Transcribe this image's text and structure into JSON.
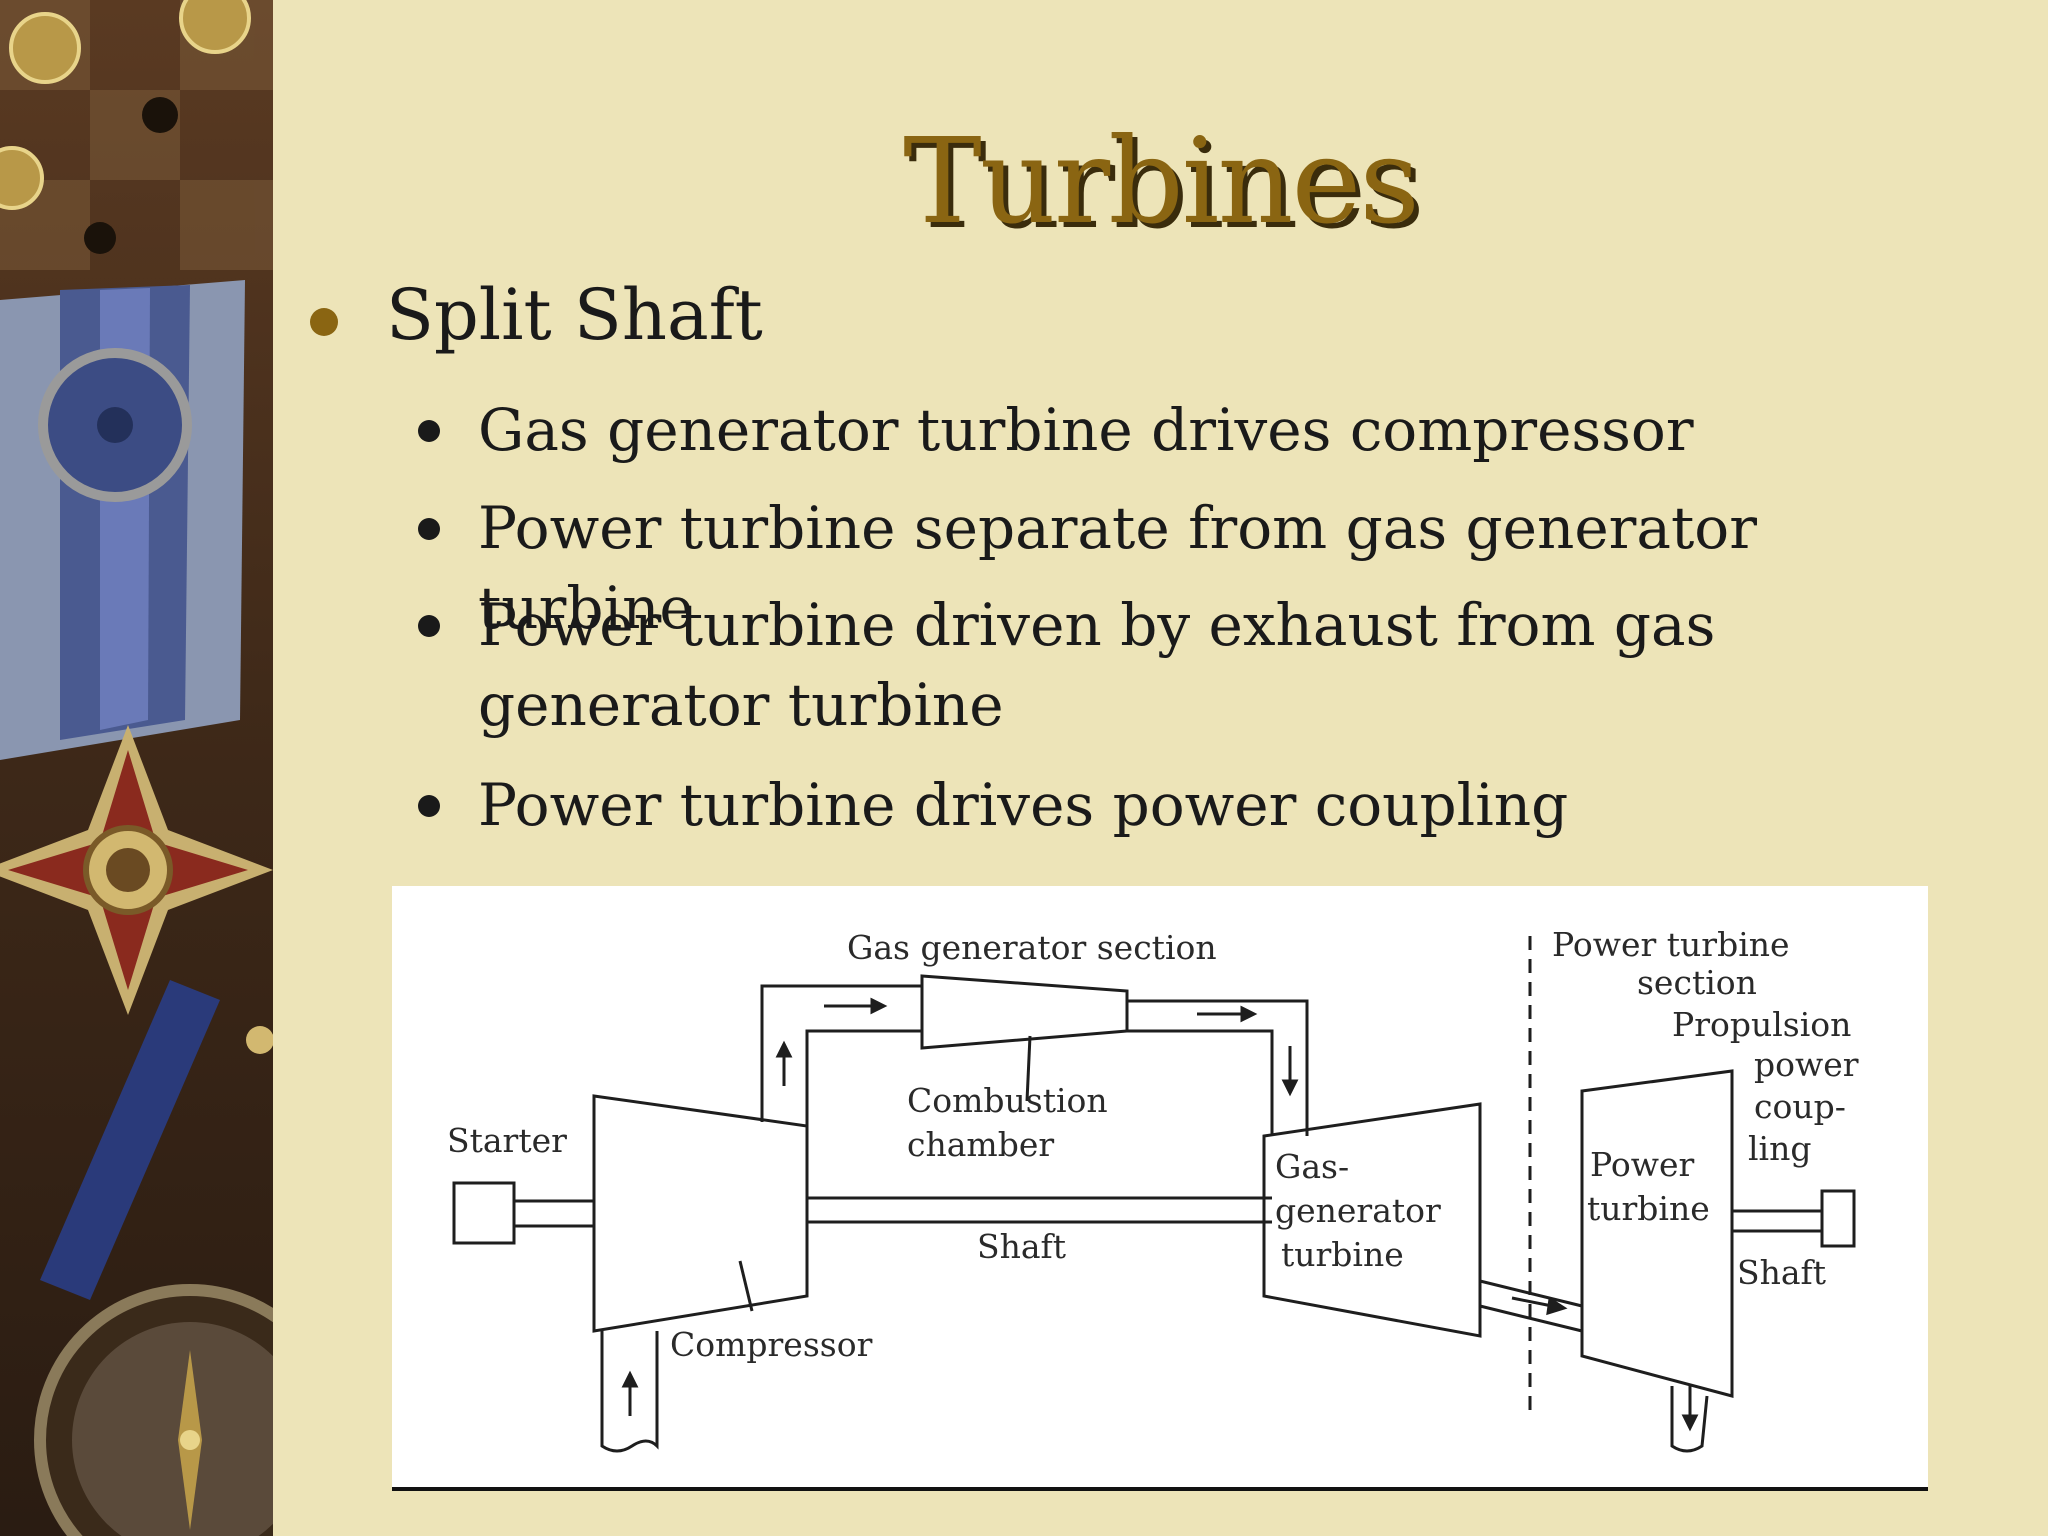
{
  "slide": {
    "title": "Turbines",
    "bullet": "Split Shaft",
    "sub_bullets": [
      "Gas generator turbine drives compressor",
      "Power turbine separate from gas generator turbine",
      "Power turbine driven by exhaust from gas generator turbine",
      "Power turbine drives power coupling"
    ]
  },
  "diagram": {
    "gas_generator_section": "Gas generator section",
    "power_turbine_section_1": "Power turbine",
    "power_turbine_section_2": "section",
    "propulsion_1": "Propulsion",
    "propulsion_2": "power",
    "propulsion_3": "coup-",
    "propulsion_4": "ling",
    "starter": "Starter",
    "combustion_1": "Combustion",
    "combustion_2": "chamber",
    "gas_gen_1": "Gas-",
    "gas_gen_2": "generator",
    "gas_gen_3": "turbine",
    "power_turbine_1": "Power",
    "power_turbine_2": "turbine",
    "shaft_main": "Shaft",
    "shaft_right": "Shaft",
    "compressor": "Compressor"
  }
}
